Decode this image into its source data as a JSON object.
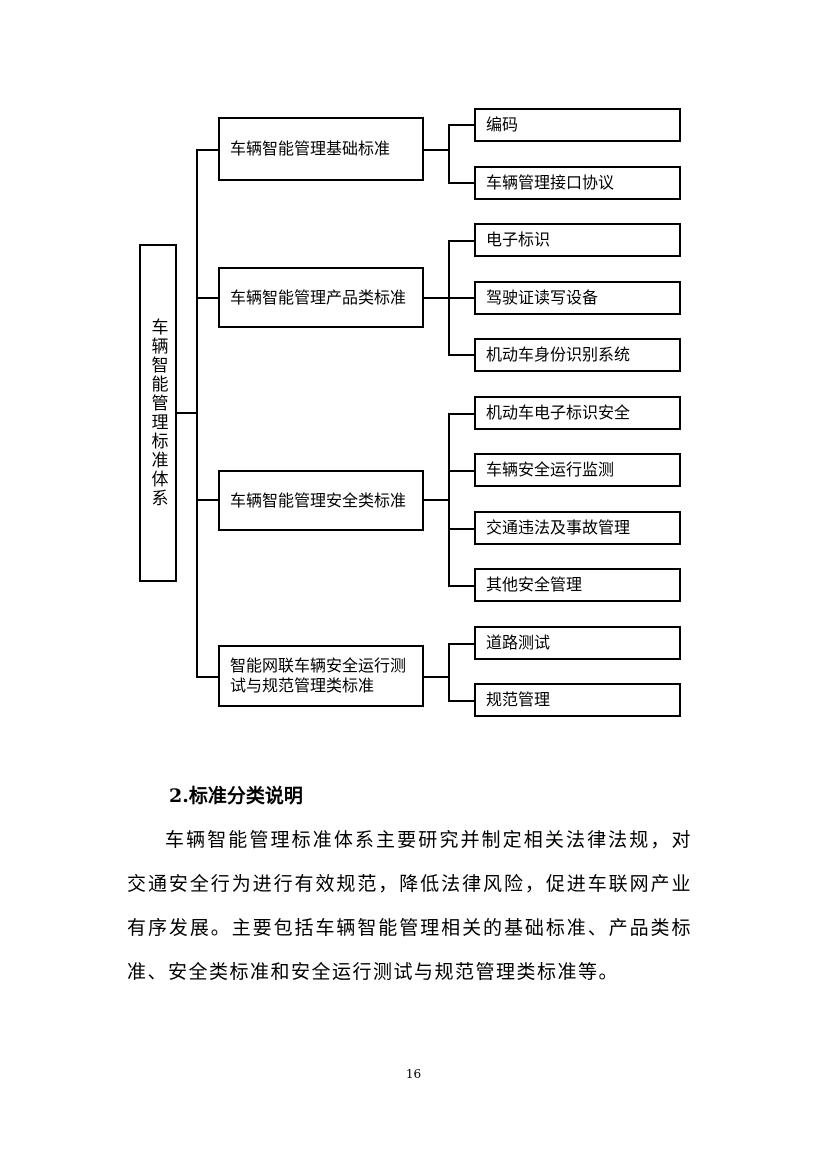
{
  "diagram": {
    "root": "车辆智能管理标准体系",
    "categories": [
      {
        "label": "车辆智能管理基础标准",
        "children": [
          "编码",
          "车辆管理接口协议"
        ]
      },
      {
        "label": "车辆智能管理产品类标准",
        "children": [
          "电子标识",
          "驾驶证读写设备",
          "机动车身份识别系统"
        ]
      },
      {
        "label": "车辆智能管理安全类标准",
        "children": [
          "机动车电子标识安全",
          "车辆安全运行监测",
          "交通违法及事故管理",
          "其他安全管理"
        ]
      },
      {
        "label": "智能网联车辆安全运行测试与规范管理类标准",
        "children": [
          "道路测试",
          "规范管理"
        ]
      }
    ]
  },
  "section": {
    "heading": "2.标准分类说明",
    "paragraph": "车辆智能管理标准体系主要研究并制定相关法律法规，对交通安全行为进行有效规范，降低法律风险，促进车联网产业有序发展。主要包括车辆智能管理相关的基础标准、产品类标准、安全类标准和安全运行测试与规范管理类标准等。"
  },
  "page_number": "16"
}
